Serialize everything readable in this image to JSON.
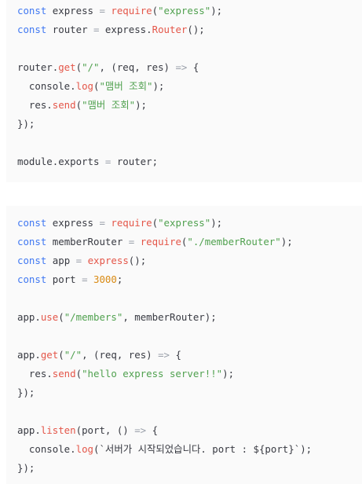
{
  "colors": {
    "keyword": "#4078f2",
    "function": "#e45649",
    "string": "#50a14f",
    "number": "#d98a13",
    "operator": "#9aa0aa",
    "plain": "#383a42",
    "block_background": "#fafafa"
  },
  "blocks": [
    {
      "name": "member-router-file",
      "lines": [
        [
          [
            "kw",
            "const"
          ],
          [
            "p",
            " express "
          ],
          [
            "op",
            "="
          ],
          [
            "p",
            " "
          ],
          [
            "fn",
            "require"
          ],
          [
            "p",
            "("
          ],
          [
            "str",
            "\"express\""
          ],
          [
            "p",
            ");"
          ]
        ],
        [
          [
            "kw",
            "const"
          ],
          [
            "p",
            " router "
          ],
          [
            "op",
            "="
          ],
          [
            "p",
            " express."
          ],
          [
            "fn",
            "Router"
          ],
          [
            "p",
            "();"
          ]
        ],
        [],
        [
          [
            "p",
            "router."
          ],
          [
            "fn",
            "get"
          ],
          [
            "p",
            "("
          ],
          [
            "str",
            "\"/\""
          ],
          [
            "p",
            ", (req, res) "
          ],
          [
            "op",
            "=>"
          ],
          [
            "p",
            " {"
          ]
        ],
        [
          [
            "p",
            "  console."
          ],
          [
            "fn",
            "log"
          ],
          [
            "p",
            "("
          ],
          [
            "str",
            "\"맴버 조회\""
          ],
          [
            "p",
            ");"
          ]
        ],
        [
          [
            "p",
            "  res."
          ],
          [
            "fn",
            "send"
          ],
          [
            "p",
            "("
          ],
          [
            "str",
            "\"맴버 조회\""
          ],
          [
            "p",
            ");"
          ]
        ],
        [
          [
            "p",
            "});"
          ]
        ],
        [],
        [
          [
            "p",
            "module.exports "
          ],
          [
            "op",
            "="
          ],
          [
            "p",
            " router;"
          ]
        ]
      ]
    },
    {
      "name": "app-file",
      "lines": [
        [
          [
            "kw",
            "const"
          ],
          [
            "p",
            " express "
          ],
          [
            "op",
            "="
          ],
          [
            "p",
            " "
          ],
          [
            "fn",
            "require"
          ],
          [
            "p",
            "("
          ],
          [
            "str",
            "\"express\""
          ],
          [
            "p",
            ");"
          ]
        ],
        [
          [
            "kw",
            "const"
          ],
          [
            "p",
            " memberRouter "
          ],
          [
            "op",
            "="
          ],
          [
            "p",
            " "
          ],
          [
            "fn",
            "require"
          ],
          [
            "p",
            "("
          ],
          [
            "str",
            "\"./memberRouter\""
          ],
          [
            "p",
            ");"
          ]
        ],
        [
          [
            "kw",
            "const"
          ],
          [
            "p",
            " app "
          ],
          [
            "op",
            "="
          ],
          [
            "p",
            " "
          ],
          [
            "fn",
            "express"
          ],
          [
            "p",
            "();"
          ]
        ],
        [
          [
            "kw",
            "const"
          ],
          [
            "p",
            " port "
          ],
          [
            "op",
            "="
          ],
          [
            "p",
            " "
          ],
          [
            "num",
            "3000"
          ],
          [
            "p",
            ";"
          ]
        ],
        [],
        [
          [
            "p",
            "app."
          ],
          [
            "fn",
            "use"
          ],
          [
            "p",
            "("
          ],
          [
            "str",
            "\"/members\""
          ],
          [
            "p",
            ", memberRouter);"
          ]
        ],
        [],
        [
          [
            "p",
            "app."
          ],
          [
            "fn",
            "get"
          ],
          [
            "p",
            "("
          ],
          [
            "str",
            "\"/\""
          ],
          [
            "p",
            ", (req, res) "
          ],
          [
            "op",
            "=>"
          ],
          [
            "p",
            " {"
          ]
        ],
        [
          [
            "p",
            "  res."
          ],
          [
            "fn",
            "send"
          ],
          [
            "p",
            "("
          ],
          [
            "str",
            "\"hello express server!!\""
          ],
          [
            "p",
            ");"
          ]
        ],
        [
          [
            "p",
            "});"
          ]
        ],
        [],
        [
          [
            "p",
            "app."
          ],
          [
            "fn",
            "listen"
          ],
          [
            "p",
            "(port, () "
          ],
          [
            "op",
            "=>"
          ],
          [
            "p",
            " {"
          ]
        ],
        [
          [
            "p",
            "  console."
          ],
          [
            "fn",
            "log"
          ],
          [
            "p",
            "(`서버가 시작되었습니다. port : ${port}`);"
          ]
        ],
        [
          [
            "p",
            "});"
          ]
        ]
      ]
    }
  ]
}
